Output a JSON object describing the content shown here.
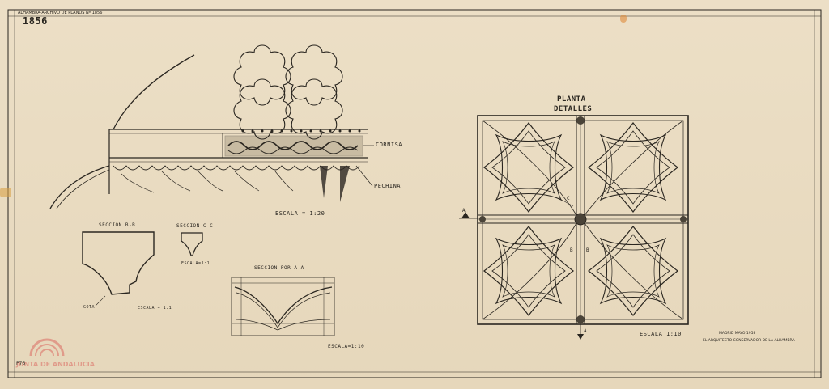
{
  "archive": {
    "header_line": "ALHAMBRA·ARCHIVO DE PLANOS Nº 1856",
    "number": "1856",
    "stamp_text": "JUNTA DE ANDALUCIA",
    "small_ref": "P76"
  },
  "labels": {
    "cornisa": "CORNISA",
    "pechina": "PECHINA",
    "escala_main": "ESCALA = 1:20",
    "seccion_bb": "SECCION B-B",
    "seccion_cc": "SECCION C-C",
    "escala_cc": "ESCALA=1:1",
    "escala_bb": "ESCALA = 1:1",
    "gota": "GOTA",
    "seccion_aa": "SECCION POR A-A",
    "escala_aa": "ESCALA=1:10",
    "planta_title": "PLANTA",
    "detalles_title": "DETALLES",
    "marker_a": "A",
    "marker_b": "B",
    "marker_c": "C",
    "escala_planta": "ESCALA 1:10",
    "fecha": "MADRID   MAYO 1958",
    "firma": "EL ARQUITECTO CONSERVADOR DE LA ALHAMBRA"
  },
  "colors": {
    "paper": "#e9dcc3",
    "ink": "#2a2620",
    "stamp_red": "#d9534f"
  }
}
